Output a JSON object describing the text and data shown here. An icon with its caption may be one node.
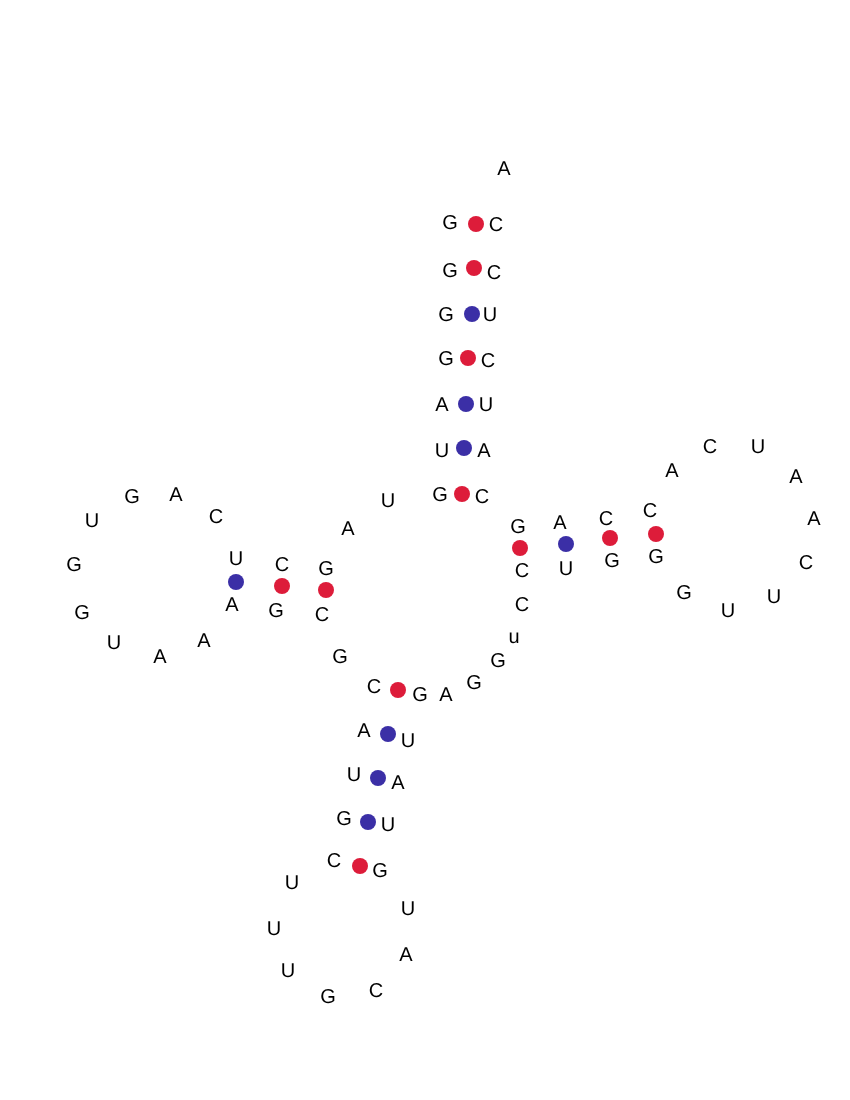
{
  "diagram": {
    "labels": [
      "A",
      "G",
      "C",
      "G",
      "C",
      "G",
      "U",
      "G",
      "C",
      "A",
      "U",
      "U",
      "A",
      "C",
      "U",
      "A",
      "A",
      "G",
      "A",
      "U",
      "G",
      "C",
      "U",
      "C",
      "A",
      "G",
      "A",
      "C",
      "C",
      "A",
      "G",
      "U",
      "C",
      "G",
      "C",
      "U",
      "G",
      "G",
      "C",
      "G",
      "A",
      "G",
      "C",
      "C",
      "G",
      "U",
      "U",
      "U",
      "A",
      "u",
      "A",
      "G",
      "G",
      "C",
      "G",
      "A",
      "G",
      "A",
      "U",
      "U",
      "A",
      "G",
      "U",
      "C",
      "G",
      "U",
      "U",
      "U",
      "A",
      "U",
      "G",
      "C"
    ]
  }
}
